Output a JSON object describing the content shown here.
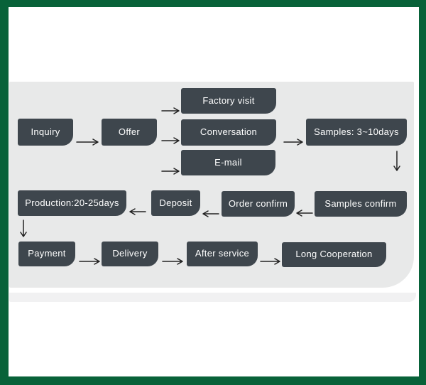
{
  "frame": {
    "border_color": "#086239",
    "page_background": "#ffffff"
  },
  "panel": {
    "background": "#e8e9e9",
    "sliver_background": "#f1f1f2"
  },
  "flow": {
    "type": "flowchart",
    "colors": {
      "node_fill": "#3e464d",
      "node_text": "#ffffff",
      "arrow": "#222222"
    },
    "nodes": [
      {
        "id": "inquiry",
        "label": "Inquiry"
      },
      {
        "id": "offer",
        "label": "Offer"
      },
      {
        "id": "factory-visit",
        "label": "Factory visit"
      },
      {
        "id": "conversation",
        "label": "Conversation"
      },
      {
        "id": "email",
        "label": "E-mail"
      },
      {
        "id": "samples-days",
        "label": "Samples: 3~10days"
      },
      {
        "id": "production",
        "label": "Production:20-25days"
      },
      {
        "id": "deposit",
        "label": "Deposit"
      },
      {
        "id": "order-confirm",
        "label": "Order confirm"
      },
      {
        "id": "samples-confirm",
        "label": "Samples confirm"
      },
      {
        "id": "payment",
        "label": "Payment"
      },
      {
        "id": "delivery",
        "label": "Delivery"
      },
      {
        "id": "after-service",
        "label": "After service"
      },
      {
        "id": "long-cooperation",
        "label": "Long Cooperation"
      }
    ],
    "edges": [
      {
        "from": "inquiry",
        "to": "offer"
      },
      {
        "from": "offer",
        "to": "factory-visit"
      },
      {
        "from": "offer",
        "to": "conversation"
      },
      {
        "from": "offer",
        "to": "email"
      },
      {
        "from": "conversation",
        "to": "samples-days"
      },
      {
        "from": "samples-days",
        "to": "samples-confirm"
      },
      {
        "from": "samples-confirm",
        "to": "order-confirm"
      },
      {
        "from": "order-confirm",
        "to": "deposit"
      },
      {
        "from": "deposit",
        "to": "production"
      },
      {
        "from": "production",
        "to": "payment"
      },
      {
        "from": "payment",
        "to": "delivery"
      },
      {
        "from": "delivery",
        "to": "after-service"
      },
      {
        "from": "after-service",
        "to": "long-cooperation"
      }
    ]
  }
}
